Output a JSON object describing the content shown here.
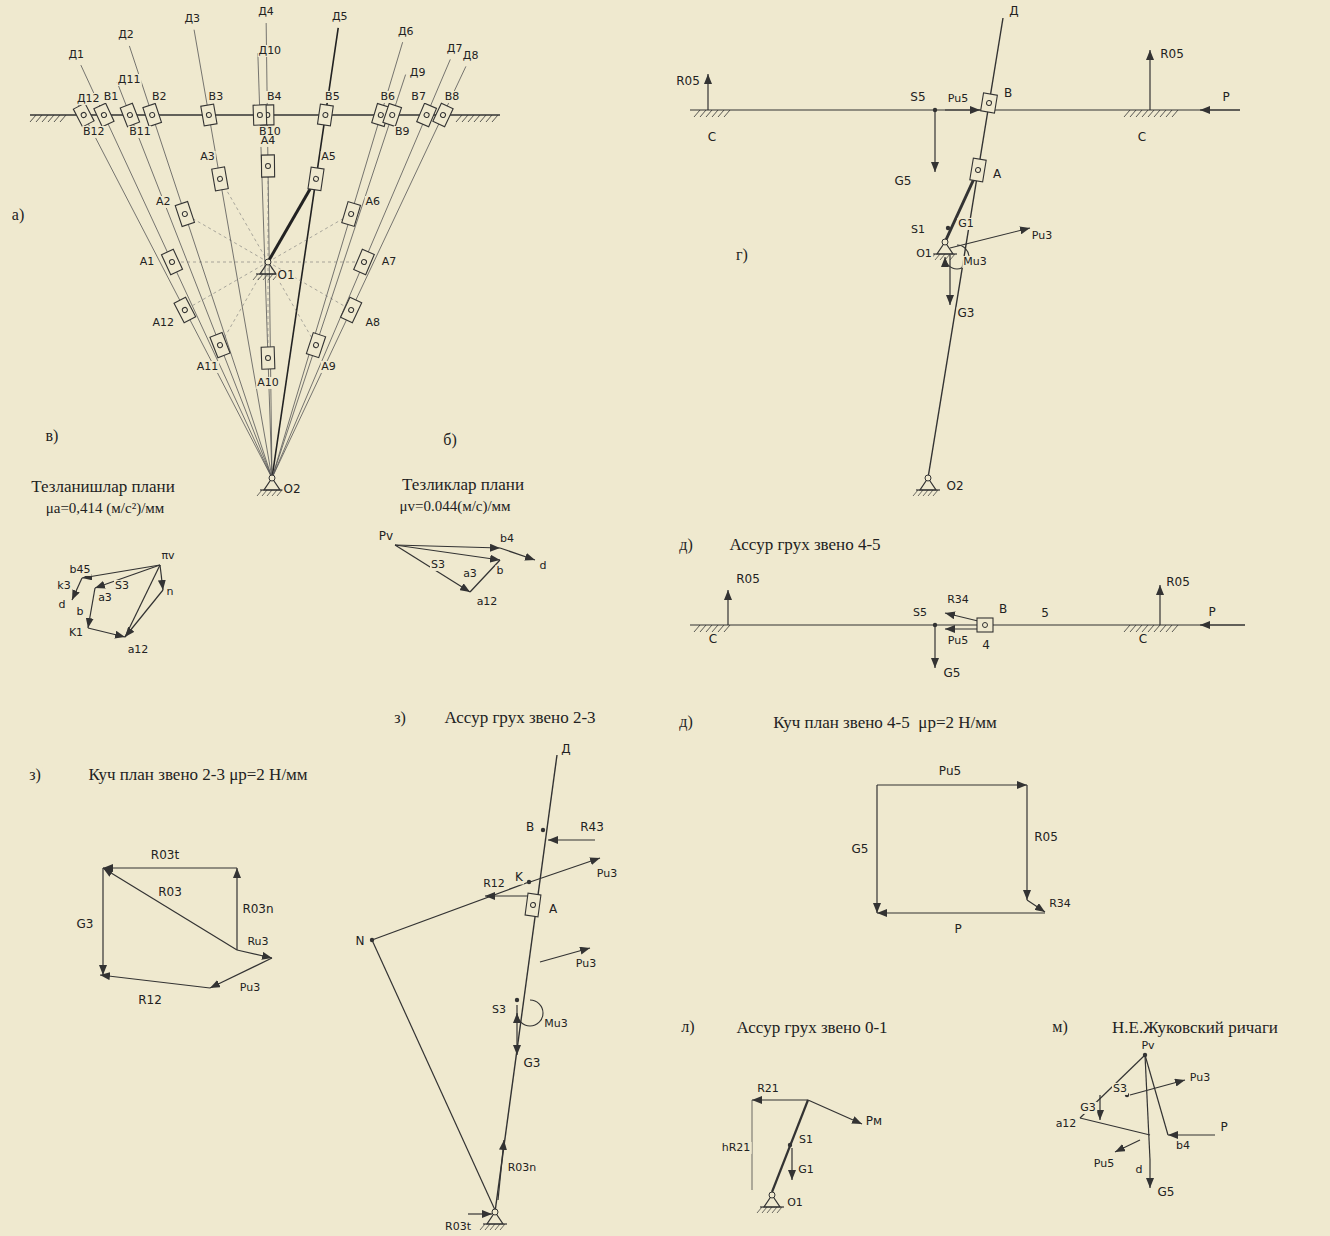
{
  "diagram": {
    "labels": [
      "Д1",
      "Д2",
      "Д3",
      "Д4",
      "Д5",
      "Д6",
      "Д7",
      "Д8",
      "Д9",
      "Д10",
      "Д11",
      "Д12",
      "B1",
      "B2",
      "B3",
      "B4",
      "B5",
      "B6",
      "B7",
      "B8",
      "B9",
      "B10",
      "B11",
      "B12",
      "A1",
      "A2",
      "A3",
      "A4",
      "A5",
      "A6",
      "A7",
      "A8",
      "A9",
      "A10",
      "A11",
      "A12",
      "O1",
      "O2",
      "а)",
      "в)",
      "Тезланишлар плани",
      "μa=0,414 (м/с²)/мм",
      "б)",
      "Тезликлар плани",
      "μv=0.044(м/с)/мм",
      "Pv",
      "b4",
      "b",
      "d",
      "S3",
      "a3",
      "a12",
      "b45",
      "k3",
      "a3",
      "S3",
      "d",
      "b",
      "n",
      "πv",
      "K1",
      "a12",
      "г)",
      "R05",
      "C",
      "S5",
      "Pu5",
      "B",
      "R05",
      "C",
      "P",
      "G5",
      "A",
      "S1",
      "G1",
      "Mu3",
      "O1",
      "Pu3",
      "G3",
      "O2",
      "Д",
      "д)",
      "Ассур грух звено 4-5",
      "R05",
      "C",
      "S5",
      "R34",
      "Pu5",
      "B",
      "4",
      "5",
      "R05",
      "C",
      "P",
      "G5",
      "д)",
      "Куч план звено 4-5  μр=2 Н/мм",
      "Pu5",
      "R05",
      "R34",
      "P",
      "G5",
      "з)",
      "Куч план звено 2-3 μр=2 Н/мм",
      "R03t",
      "R03",
      "R03n",
      "Ru3",
      "Pu3",
      "R12",
      "G3",
      "з)",
      "Ассур грух звено 2-3",
      "Д",
      "B",
      "R43",
      "K",
      "Pu3",
      "R12",
      "A",
      "Pu3",
      "Mu3",
      "S3",
      "G3",
      "N",
      "R03n",
      "R03t",
      "л)",
      "Ассур грух звено 0-1",
      "R21",
      "hR21",
      "S1",
      "G1",
      "Pм",
      "O1",
      "м)",
      "Н.Е.Жуковский ричаги",
      "Pv",
      "Pu3",
      "S3",
      "G3",
      "a12",
      "b4",
      "P",
      "Pu5",
      "d",
      "G5"
    ]
  }
}
